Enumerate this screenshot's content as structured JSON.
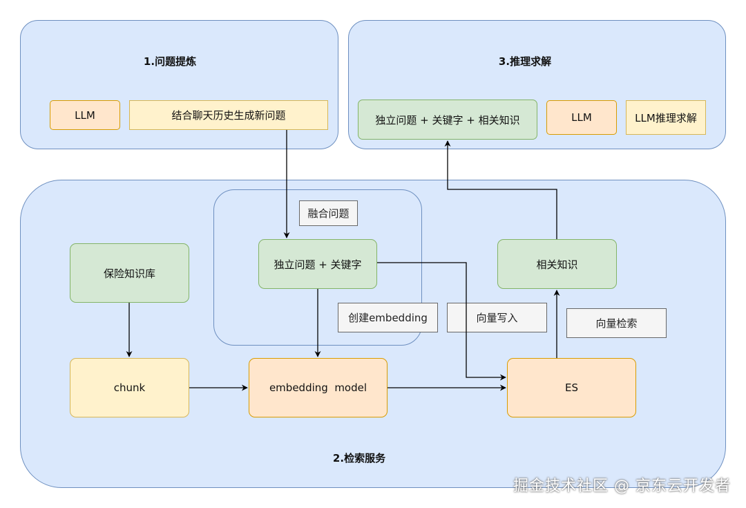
{
  "panels": {
    "refine": {
      "title": "1.问题提炼"
    },
    "retrieval": {
      "title": "2.检索服务"
    },
    "reasoning": {
      "title": "3.推理求解"
    }
  },
  "nodes": {
    "llm_1": "LLM",
    "combine_history": "结合聊天历史生成新问题",
    "combined_context": "独立问题 + 关键字 + 相关知识",
    "llm_3": "LLM",
    "llm_reasoning": "LLM推理求解",
    "fusion_question": "融合问题",
    "standalone_question": "独立问题 + 关键字",
    "knowledge_base": "保险知识库",
    "related_knowledge": "相关知识",
    "create_embedding": "创建embedding",
    "vector_write": "向量写入",
    "vector_search": "向量检索",
    "chunk": "chunk",
    "embedding_model": "embedding  model",
    "es": "ES"
  },
  "watermark": "掘金技术社区 @ 京东云开发者"
}
